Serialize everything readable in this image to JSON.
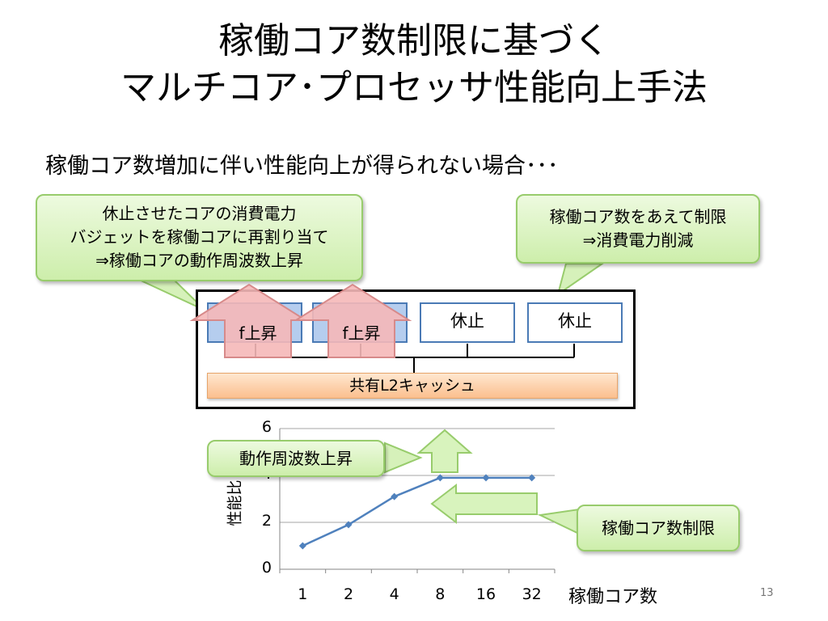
{
  "slide": {
    "title_lines": [
      "稼働コア数制限に基づく",
      "マルチコア･プロセッサ性能向上手法"
    ],
    "subtitle": "稼働コア数増加に伴い性能向上が得られない場合･･･",
    "callout_left": [
      "休止させたコアの消費電力",
      "バジェットを稼働コアに再割り当て",
      "⇒稼働コアの動作周波数上昇"
    ],
    "callout_right": [
      "稼働コア数をあえて制限",
      "⇒消費電力削減"
    ],
    "cores": [
      {
        "label": "",
        "state": "active"
      },
      {
        "label": "",
        "state": "active"
      },
      {
        "label": "休止",
        "state": "sleep"
      },
      {
        "label": "休止",
        "state": "sleep"
      }
    ],
    "freq_up_label": "f上昇",
    "cache_label": "共有L2キャッシュ",
    "chart_callout_freq": "動作周波数上昇",
    "chart_callout_limit": "稼働コア数制限",
    "page_number": "13"
  },
  "colors": {
    "core_border": "#4a7ab5",
    "core_active_fill": "#b5cdee",
    "red_arrow_fill": "#f5b8b8",
    "green_callout_fill": "#d8f3bd",
    "series_line": "#4f81bd",
    "cache_fill": "#fbbf8e"
  },
  "chart_data": {
    "type": "line",
    "x": [
      "1",
      "2",
      "4",
      "8",
      "16",
      "32"
    ],
    "series": [
      {
        "values": [
          1,
          1.9,
          3.1,
          3.9,
          3.9,
          3.9
        ]
      }
    ],
    "xlabel": "稼働コア数",
    "ylabel": "性能比",
    "ylim": [
      0,
      6
    ],
    "yticks": [
      0,
      2,
      4,
      6
    ],
    "grid": true,
    "legend": "none"
  }
}
